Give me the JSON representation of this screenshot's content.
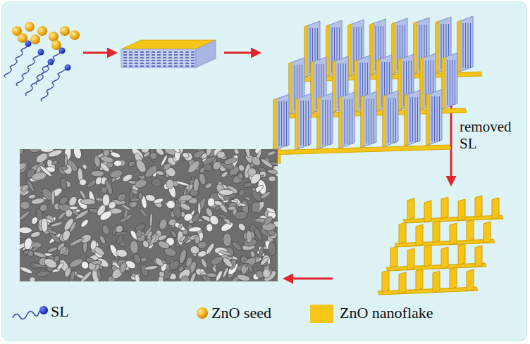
{
  "diagram": {
    "labels": [
      "removed SL"
    ],
    "legend": [
      {
        "text": "SL"
      },
      {
        "text": "ZnO seed"
      },
      {
        "text": "ZnO nanoflake",
        "color": "#f5c518"
      }
    ]
  }
}
